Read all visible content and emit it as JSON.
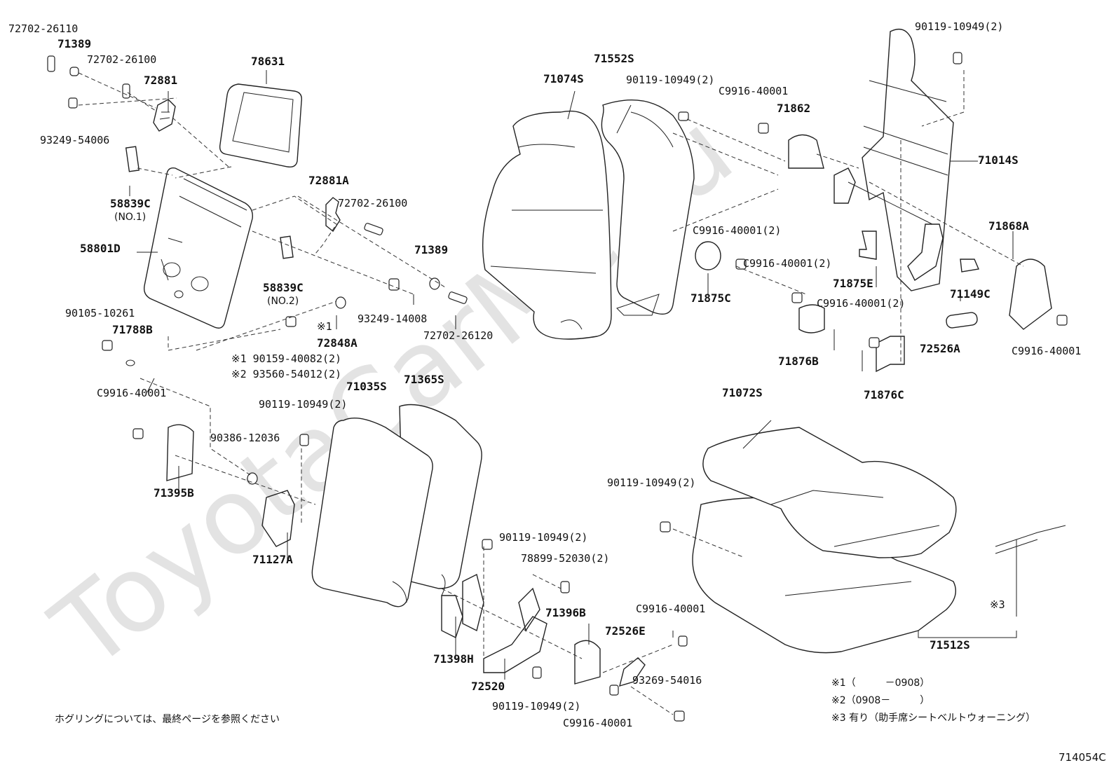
{
  "watermark": "ToyotaCarMe.ru",
  "labels": {
    "p72702_26110": "72702-26110",
    "p71389_a": "71389",
    "p72702_26100_a": "72702-26100",
    "p72881": "72881",
    "p78631": "78631",
    "p93249_54006": "93249-54006",
    "p58839C_1": "58839C",
    "no1": "(NO.1)",
    "p58801D": "58801D",
    "p72881A": "72881A",
    "p72702_26100_b": "72702-26100",
    "p71389_b": "71389",
    "p58839C_2": "58839C",
    "no2": "(NO.2)",
    "p93249_14008": "93249-14008",
    "p72702_26120": "72702-26120",
    "p90105_10261": "90105-10261",
    "p71788B": "71788B",
    "mark1": "※1",
    "p72848A": "72848A",
    "ref1": "※1 90159-40082(2)",
    "ref2": "※2 93560-54012(2)",
    "p71074S": "71074S",
    "p71552S": "71552S",
    "p90119_10949_2a": "90119-10949(2)",
    "pC9916_40001_a": "C9916-40001",
    "p71862": "71862",
    "p90119_10949_2b": "90119-10949(2)",
    "p71014S": "71014S",
    "pC9916_40001_2a": "C9916-40001(2)",
    "pC9916_40001_2b": "C9916-40001(2)",
    "p71875C": "71875C",
    "p71875E": "71875E",
    "p71868A": "71868A",
    "p71149C": "71149C",
    "pC9916_40001_2c": "C9916-40001(2)",
    "p71876B": "71876B",
    "p72526A": "72526A",
    "pC9916_40001_b": "C9916-40001",
    "p71876C": "71876C",
    "pC9916_40001_c": "C9916-40001",
    "p71035S": "71035S",
    "p71365S": "71365S",
    "p90119_10949_2c": "90119-10949(2)",
    "p90386_12036": "90386-12036",
    "p71395B": "71395B",
    "p71127A": "71127A",
    "p71072S": "71072S",
    "p90119_10949_2d": "90119-10949(2)",
    "p90119_10949_2e": "90119-10949(2)",
    "p78899_52030": "78899-52030(2)",
    "p71396B": "71396B",
    "pC9916_40001_d": "C9916-40001",
    "p72526E": "72526E",
    "p71398H": "71398H",
    "p72520": "72520",
    "p93269_54016": "93269-54016",
    "p90119_10949_2f": "90119-10949(2)",
    "pC9916_40001_e": "C9916-40001",
    "mark3": "※3",
    "p71512S": "71512S"
  },
  "notes": {
    "hog_ring": "ホグリングについては、最終ページを参照ください",
    "note1": "※1（　　　－0908）",
    "note2": "※2（0908－　　　）",
    "note3": "※3 有り（助手席シートベルトウォーニング）",
    "code": "714054C"
  }
}
